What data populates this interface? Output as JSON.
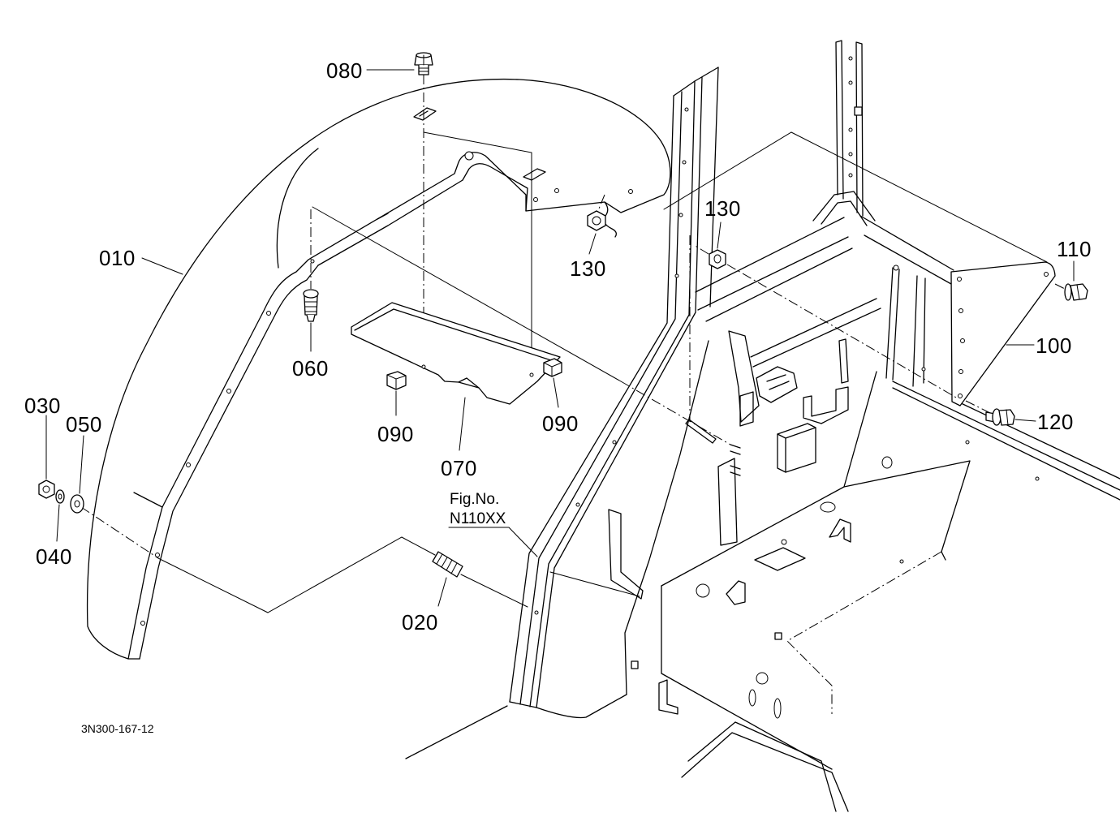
{
  "callouts": {
    "p080": "080",
    "p010": "010",
    "p130_a": "130",
    "p130_b": "130",
    "p110": "110",
    "p060": "060",
    "p100": "100",
    "p090_a": "090",
    "p090_b": "090",
    "p070": "070",
    "p030": "030",
    "p050": "050",
    "p120": "120",
    "p040": "040",
    "p020": "020"
  },
  "figure_reference": {
    "label": "Fig.No.",
    "number": "N110XX"
  },
  "drawing_code": "3N300-167-12",
  "colors": {
    "line": "#000000",
    "background": "#ffffff"
  }
}
